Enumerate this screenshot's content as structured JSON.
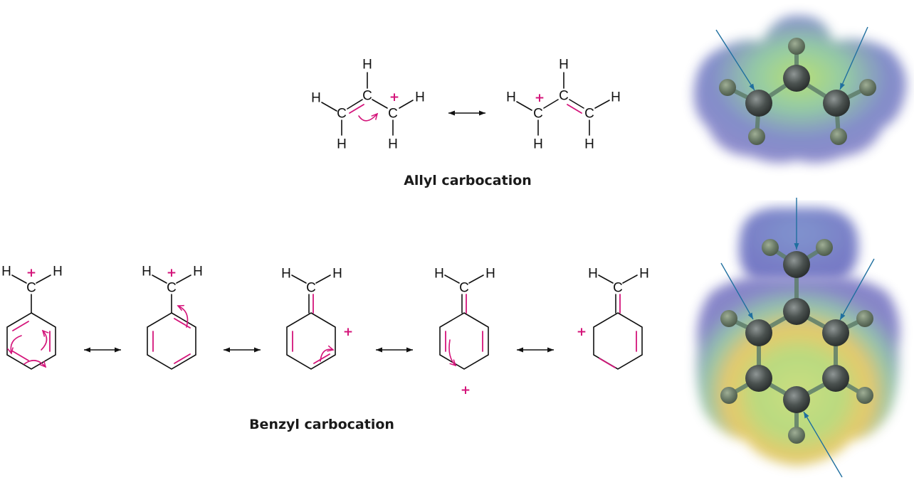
{
  "allyl": {
    "atoms": {
      "c": "C",
      "h": "H",
      "plus": "+"
    },
    "caption": "Allyl carbocation"
  },
  "benzyl": {
    "atoms": {
      "c": "C",
      "h": "H",
      "plus": "+"
    },
    "caption": "Benzyl carbocation"
  },
  "colors": {
    "curved_arrow": "#d4147a",
    "pointer_lines": "#1f6f9f",
    "map_positive": "#6b6fc2",
    "map_neutral": "#a8d26a",
    "map_negative": "#f2c84a"
  },
  "icons": {
    "resonance_arrow": "double-headed-arrow-icon",
    "electron_push": "curved-arrow-icon"
  }
}
